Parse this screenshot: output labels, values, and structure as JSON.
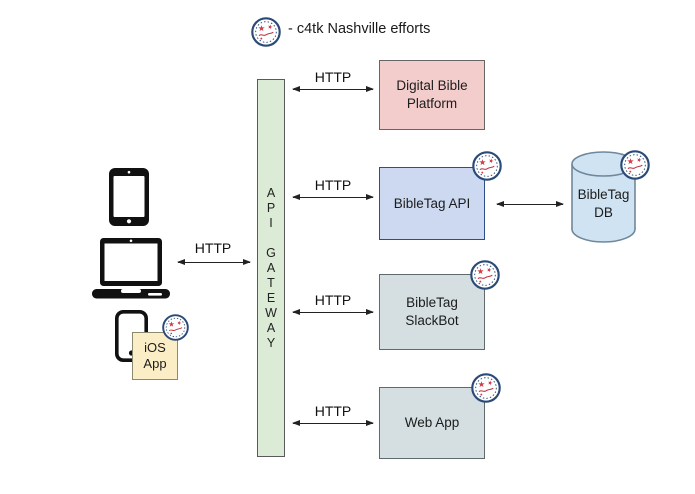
{
  "title": {
    "text": "- c4tk Nashville efforts",
    "logo": "c4tk-round-logo"
  },
  "gateway": {
    "label": "API GATEWAY",
    "vertical_text": "A\nP\nI\n\nG\nA\nT\nE\nW\nA\nY",
    "fill": "#dcebd5",
    "border": "#5a5a5a"
  },
  "clients": {
    "device_icons": [
      "tablet-icon",
      "laptop-icon",
      "phone-icon"
    ],
    "ios_app": {
      "label": "iOS App",
      "fill": "#fbeec6",
      "has_badge": true
    }
  },
  "services": [
    {
      "label": "Digital Bible Platform",
      "fill": "#f3cccc",
      "border": "#666666",
      "has_badge": false
    },
    {
      "label": "BibleTag API",
      "fill": "#ccd9f0",
      "border": "#2f4e87",
      "has_badge": true
    },
    {
      "label": "BibleTag SlackBot",
      "fill": "#d5dfe2",
      "border": "#5f6a6e",
      "has_badge": true
    },
    {
      "label": "Web App",
      "fill": "#d5dfe2",
      "border": "#5f6a6e",
      "has_badge": true
    }
  ],
  "database": {
    "label": "BibleTag DB",
    "fill": "#d0e3f2",
    "border": "#70889c",
    "has_badge": true
  },
  "connections": [
    {
      "from": "laptop",
      "to": "api-gateway",
      "label": "HTTP"
    },
    {
      "from": "api-gateway",
      "to": "Digital Bible Platform",
      "label": "HTTP"
    },
    {
      "from": "api-gateway",
      "to": "BibleTag API",
      "label": "HTTP"
    },
    {
      "from": "api-gateway",
      "to": "BibleTag SlackBot",
      "label": "HTTP"
    },
    {
      "from": "api-gateway",
      "to": "Web App",
      "label": "HTTP"
    },
    {
      "from": "BibleTag API",
      "to": "BibleTag DB",
      "label": ""
    }
  ],
  "colors": {
    "arrow": "#222222",
    "logo_ring": "#2b4a78",
    "logo_star": "#cf3a4a"
  }
}
